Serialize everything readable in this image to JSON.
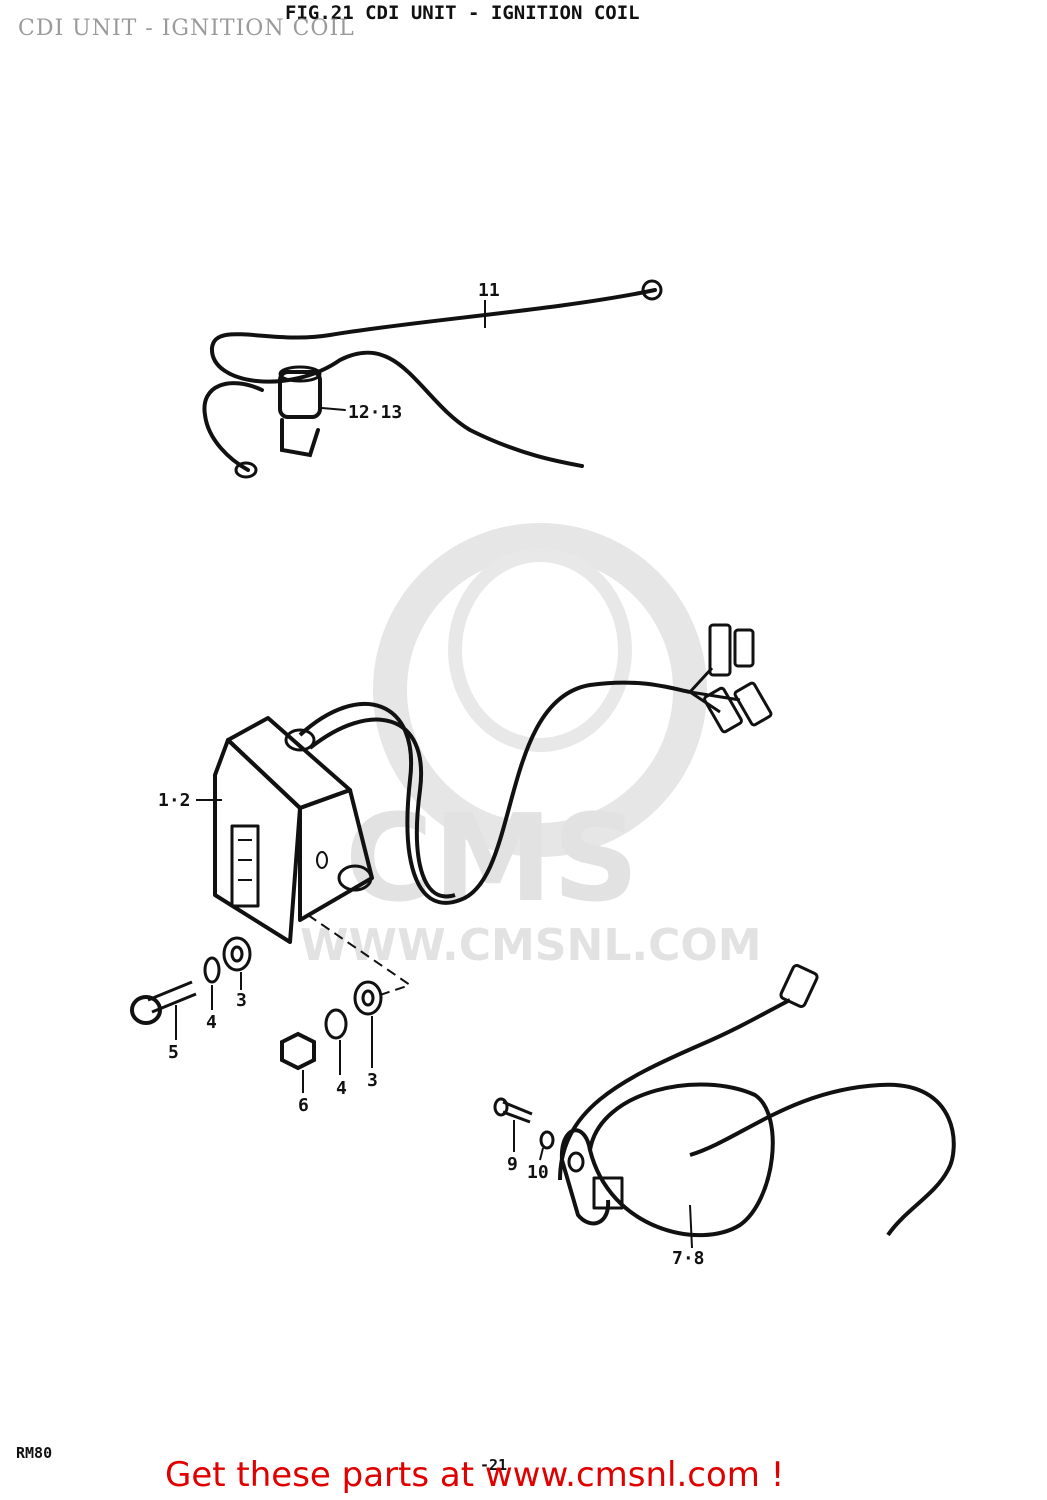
{
  "header": {
    "overlay_title": "CDI UNIT - IGNITION COIL",
    "figure_title": "FIG.21  CDI UNIT - IGNITION COIL"
  },
  "watermark": {
    "logo_text": "CMS",
    "url_text": "WWW.CMSNL.COM",
    "color": "#e2e2e2"
  },
  "callouts": {
    "p11": "11",
    "p12_13": "12·13",
    "p1_2": "1·2",
    "p3a": "3",
    "p4a": "4",
    "p5": "5",
    "p3b": "3",
    "p4b": "4",
    "p6": "6",
    "p7_8": "7·8",
    "p9": "9",
    "p10": "10"
  },
  "footer": {
    "model": "RM80",
    "page": "-21",
    "cta": "Get these parts at www.cmsnl.com !",
    "cta_color": "#e00000"
  }
}
